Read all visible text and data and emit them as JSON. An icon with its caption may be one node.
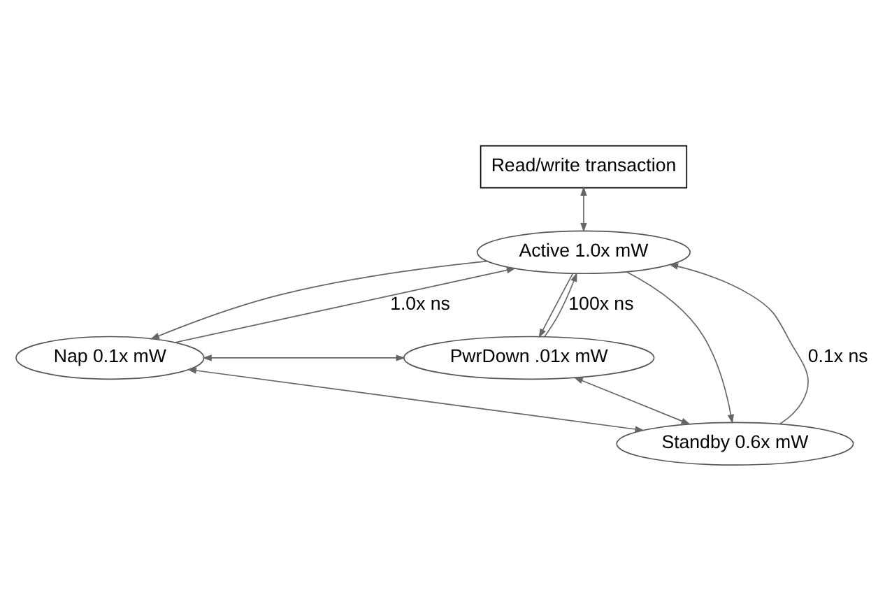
{
  "diagram": {
    "nodes": [
      {
        "text": [
          "Read/write transaction"
        ]
      },
      {
        "text": [
          "Active 1.0x mW"
        ]
      },
      {
        "text": [
          "Nap 0.1x mW"
        ]
      },
      {
        "text": [
          "PwrDown .01x mW"
        ]
      },
      {
        "text": [
          "Standby 0.6x mW"
        ]
      }
    ],
    "edges": [
      {
        "from": 0,
        "to": 1,
        "arrow": "both"
      },
      {
        "from": 2,
        "to": 1,
        "arrow": "to",
        "label": "1.0x ns"
      },
      {
        "from": 1,
        "to": 2,
        "arrow": "to"
      },
      {
        "from": 3,
        "to": 1,
        "arrow": "to",
        "label": "100x ns"
      },
      {
        "from": 1,
        "to": 3,
        "arrow": "to"
      },
      {
        "from": 1,
        "to": 4,
        "arrow": "to"
      },
      {
        "from": 4,
        "to": 1,
        "arrow": "to",
        "label": "0.1x ns"
      },
      {
        "from": 2,
        "to": 3,
        "arrow": "both"
      },
      {
        "from": 2,
        "to": 4,
        "arrow": "both"
      },
      {
        "from": 4,
        "to": 3,
        "arrow": "both"
      }
    ]
  }
}
